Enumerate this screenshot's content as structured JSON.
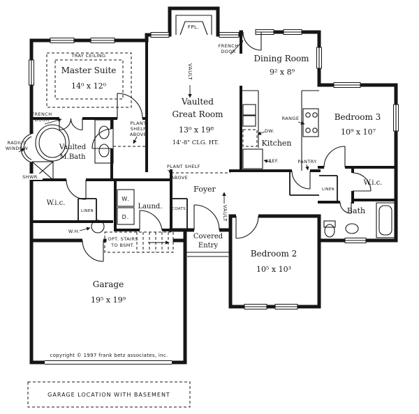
{
  "plan": {
    "rooms": {
      "master_suite": {
        "name": "Master Suite",
        "dims": "14⁰ x 12⁰",
        "ceiling": "TRAY CEILING"
      },
      "great_room": {
        "prefix": "Vaulted",
        "name": "Great Room",
        "dims": "13⁰ x 19⁸",
        "clg": "14'-8\" CLG. HT."
      },
      "dining_room": {
        "name": "Dining Room",
        "dims": "9² x 8⁹"
      },
      "kitchen": {
        "name": "Kitchen"
      },
      "bedroom_2": {
        "name": "Bedroom 2",
        "dims": "10⁵ x 10³"
      },
      "bedroom_3": {
        "name": "Bedroom 3",
        "dims": "10⁹ x 10⁷"
      },
      "master_bath": {
        "prefix": "Vaulted",
        "name": "M.Bath"
      },
      "bath": {
        "name": "Bath"
      },
      "foyer": {
        "name": "Foyer"
      },
      "laundry": {
        "name": "Laund."
      },
      "garage": {
        "name": "Garage",
        "dims": "19⁵ x 19⁹"
      },
      "covered_entry": {
        "line1": "Covered",
        "line2": "Entry"
      },
      "wic_left": {
        "name": "W.i.c."
      },
      "wic_right": {
        "name": "W.i.c."
      }
    },
    "labels": {
      "fpl": "FPL.",
      "vault_great": "VAULT",
      "vault_foyer": "VAULT",
      "french_door_rear_1": "FRENCH",
      "french_door_rear_2": "DOOR",
      "french_door_master_1": "FRENCH",
      "french_door_master_2": "DOOR",
      "radius_window_1": "RADIUS",
      "radius_window_2": "WINDOW",
      "plant_shelf_hall_1": "PLANT",
      "plant_shelf_hall_2": "SHELF",
      "plant_shelf_hall_3": "ABOVE",
      "plant_shelf_foyer_1": "PLANT SHELF",
      "plant_shelf_foyer_2": "ABOVE",
      "shower": "SHWR.",
      "linen_left": "LINEN",
      "linen_right": "LINEN",
      "water_heater": "W.H.",
      "washer": "W.",
      "dryer": "D.",
      "coats": "COATS",
      "opt_stairs_1": "OPT. STAIRS",
      "opt_stairs_2": "TO BSMT.",
      "range": "RANGE",
      "dishwasher": "DW.",
      "refrigerator": "REF.",
      "pantry": "PANTRY"
    },
    "footer": {
      "copyright": "copyright © 1997 frank betz associates, inc.",
      "basement_note": "GARAGE LOCATION WITH BASEMENT"
    },
    "colors": {
      "ink": "#161616",
      "paper": "#ffffff"
    }
  }
}
